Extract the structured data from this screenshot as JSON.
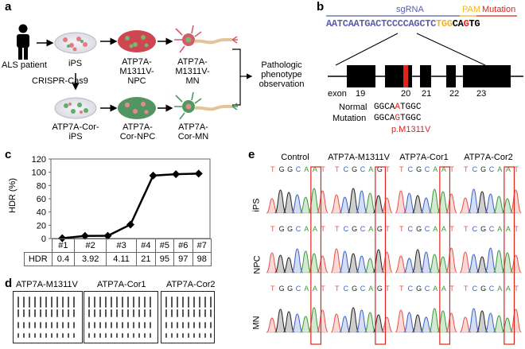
{
  "panels": {
    "a": {
      "label": "a",
      "nodes": {
        "patient": "ALS patient",
        "ips": "iPS",
        "npc_mut": "ATP7A-M1311V-NPC",
        "mn_mut": "ATP7A-M1311V-MN",
        "crispr": "CRISPR-Cas9",
        "ips_cor": "ATP7A-Cor-iPS",
        "npc_cor": "ATP7A-Cor-NPC",
        "mn_cor": "ATP7A-Cor-MN",
        "observation": "Pathologic phenotype observation"
      }
    },
    "b": {
      "label": "b",
      "sgrna_label": "sgRNA",
      "pam_label": "PAM",
      "mutation_label": "Mutation",
      "seq_main": "AATCAATGACTCCCCAGCTC",
      "seq_pam": "TGG",
      "seq_ca": "CA",
      "seq_g": "G",
      "seq_tg": "TG",
      "exon_label": "exon",
      "exons": [
        "19",
        "20",
        "21",
        "22",
        "23"
      ],
      "normal_label": "Normal",
      "normal_seq_a": "GGCA",
      "normal_seq_mut": "A",
      "normal_seq_b": "TGGC",
      "mutation_row_label": "Mutation",
      "mutation_seq_a": "GGCA",
      "mutation_seq_mut": "G",
      "mutation_seq_b": "TGGC",
      "protein_change": "p.M1311V",
      "colors": {
        "sgrna": "#5b5ea6",
        "pam": "#f0b323",
        "mutation": "#e2231a"
      }
    },
    "c": {
      "label": "c",
      "table_header_label": "HDR"
    },
    "d": {
      "label": "d",
      "karyotypes": [
        "ATP7A-M1311V",
        "ATP7A-Cor1",
        "ATP7A-Cor2"
      ]
    },
    "e": {
      "label": "e",
      "columns": [
        "Control",
        "ATP7A-M1311V",
        "ATP7A-Cor1",
        "ATP7A-Cor2"
      ],
      "rows": [
        "iPS",
        "NPC",
        "MN"
      ],
      "sequences": {
        "Control": "TGGCAAT",
        "ATP7A-M1311V": "TCGCAGT",
        "ATP7A-Cor1": "TCGCAAT",
        "ATP7A-Cor2": "TCGCAAT"
      },
      "base_colors": {
        "A": "#3a9a3a",
        "T": "#e8534a",
        "G": "#222222",
        "C": "#3b62c4"
      }
    }
  },
  "chart_data": {
    "type": "line",
    "categories": [
      "#1",
      "#2",
      "#3",
      "#4",
      "#5",
      "#6",
      "#7"
    ],
    "series": [
      {
        "name": "HDR",
        "values": [
          0.4,
          3.92,
          4.11,
          21,
          95,
          97,
          98
        ]
      }
    ],
    "value_labels": [
      "0.4",
      "3.92",
      "4.11",
      "21",
      "95",
      "97",
      "98"
    ],
    "ylabel": "HDR (%)",
    "ylim": [
      0,
      120
    ],
    "yticks": [
      "0",
      "20",
      "40",
      "60",
      "80",
      "100",
      "120"
    ],
    "grid": false
  }
}
